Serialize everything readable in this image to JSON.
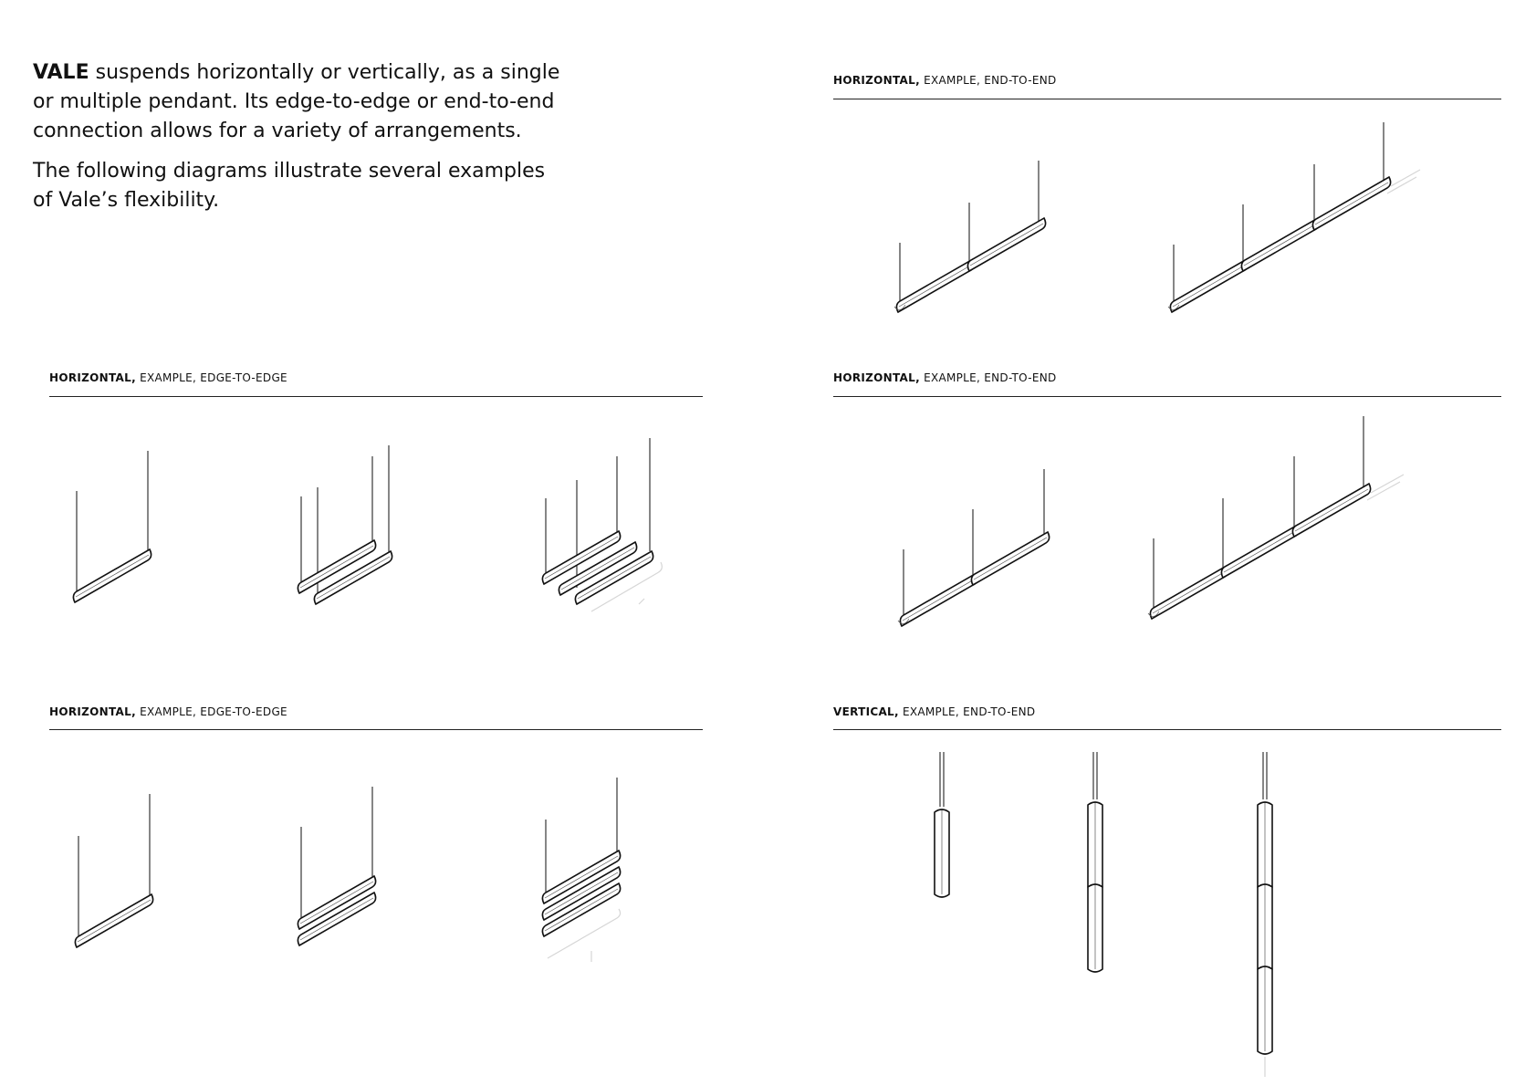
{
  "intro": {
    "paragraph1_brand": "VALE",
    "paragraph1_rest": " suspends horizontally or vertically, as a single or multiple pendant. Its edge-to-edge or end-to-end connection allows for a variety of arrangements.",
    "paragraph2": "The following diagrams illustrate several examples of Vale’s flexibility."
  },
  "sections": [
    {
      "orientation": "HORIZONTAL,",
      "rest": " EXAMPLE, END-TO-END"
    },
    {
      "orientation": "HORIZONTAL,",
      "rest": " EXAMPLE, EDGE-TO-EDGE"
    },
    {
      "orientation": "HORIZONTAL,",
      "rest": " EXAMPLE, END-TO-END"
    },
    {
      "orientation": "HORIZONTAL,",
      "rest": " EXAMPLE, EDGE-TO-EDGE"
    },
    {
      "orientation": "VERTICAL,",
      "rest": " EXAMPLE, END-TO-END"
    }
  ]
}
